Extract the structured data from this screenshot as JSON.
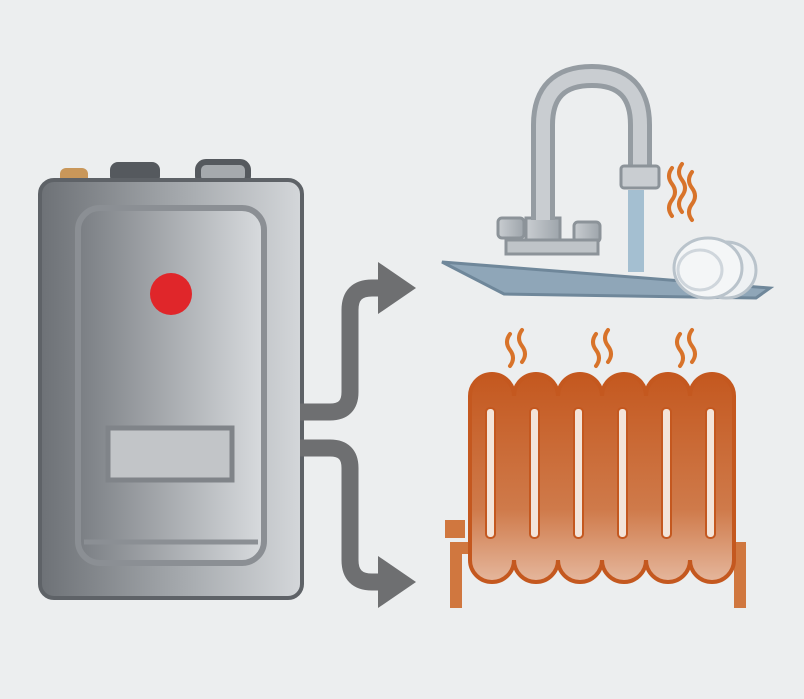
{
  "diagram": {
    "nodes": [
      {
        "id": "boiler",
        "icon": "combi-boiler-icon",
        "indicator": "red-light"
      },
      {
        "id": "sink",
        "icon": "hot-water-tap-icon"
      },
      {
        "id": "radiator",
        "icon": "radiator-icon"
      }
    ],
    "edges": [
      {
        "from": "boiler",
        "to": "sink",
        "icon": "arrow-icon"
      },
      {
        "from": "boiler",
        "to": "radiator",
        "icon": "arrow-icon"
      }
    ]
  },
  "colors": {
    "background": "#eceeef",
    "boiler_dark": "#6d7176",
    "boiler_light": "#d4d7da",
    "indicator": "#e0262a",
    "arrow": "#6e6f71",
    "faucet": "#aeb4b9",
    "sink": "#8fa6b8",
    "water": "#9cb9cd",
    "heat": "#d8732a",
    "radiator_top": "#c4581f",
    "radiator_bottom": "#e5b79d"
  }
}
